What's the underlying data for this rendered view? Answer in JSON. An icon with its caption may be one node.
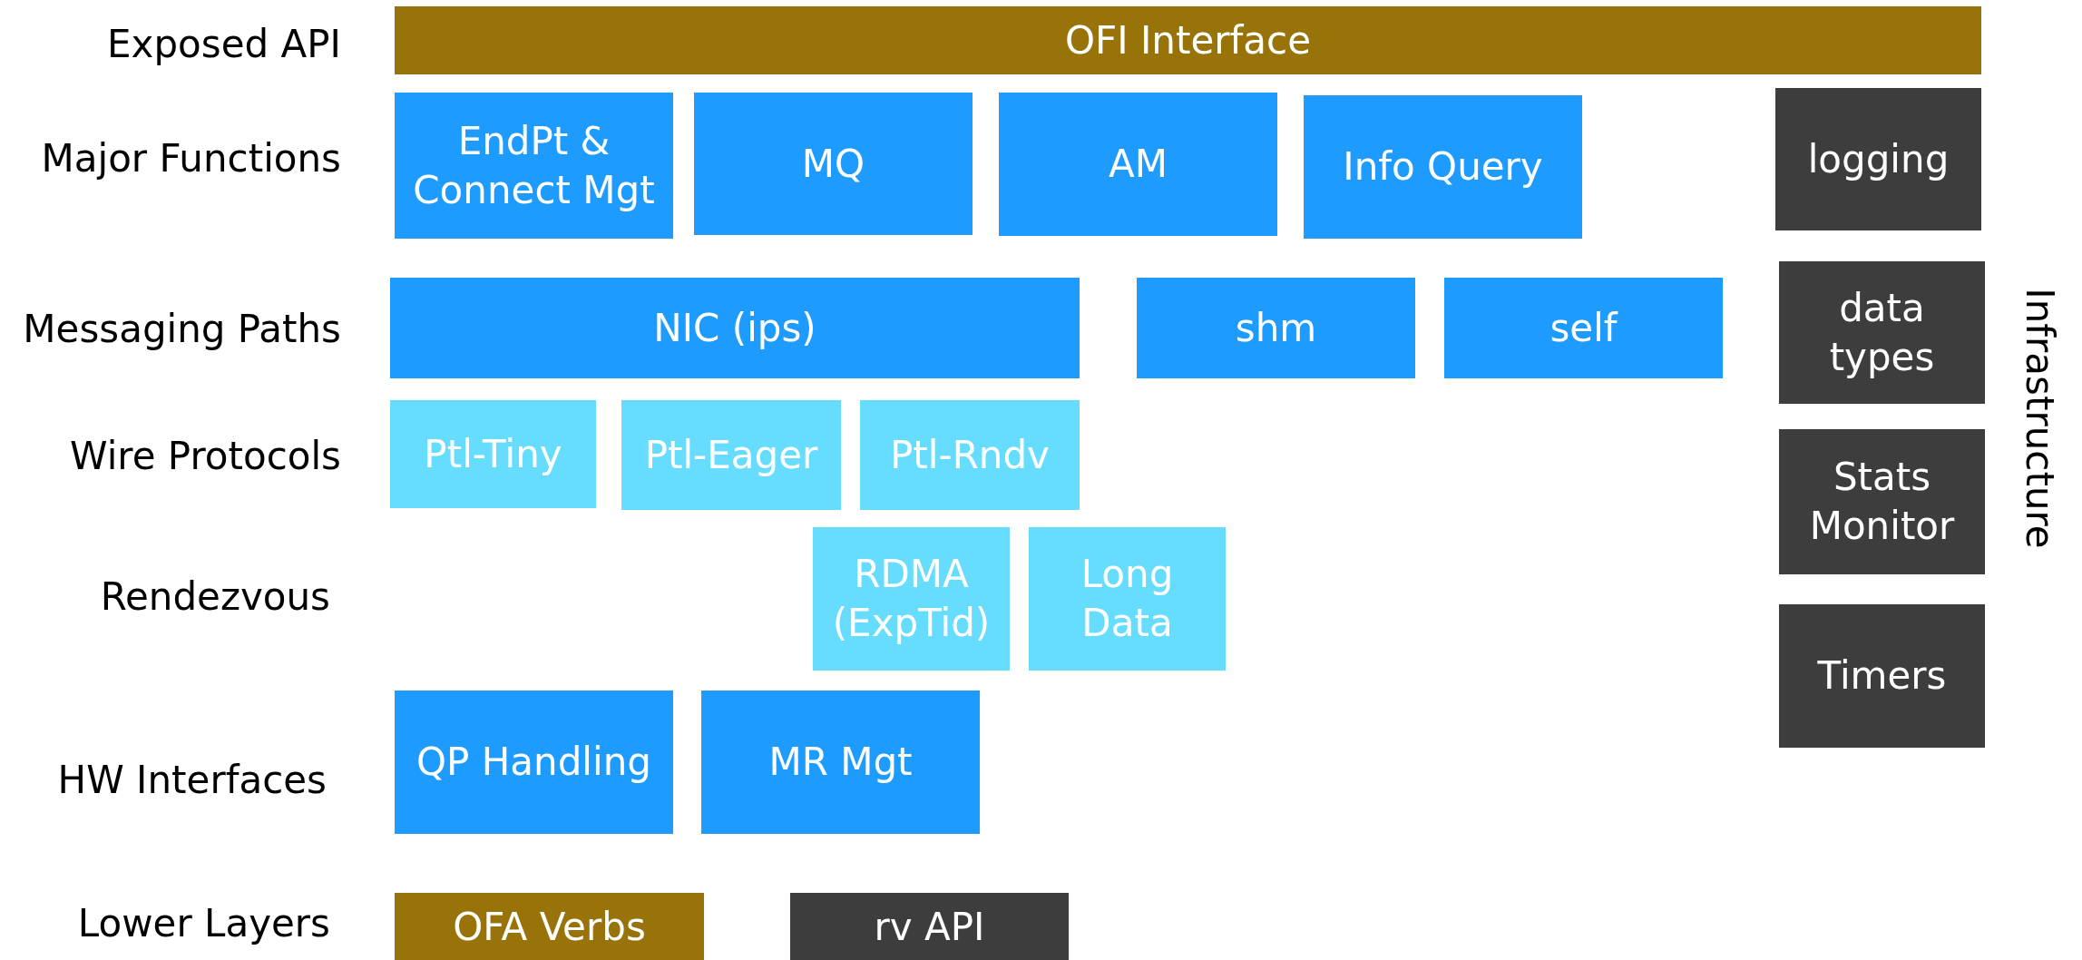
{
  "diagram": {
    "nodes": [
      {
        "text": [
          "OFI Interface"
        ]
      },
      {
        "text": [
          "EndPt & Connect Mgt"
        ]
      },
      {
        "text": [
          "MQ"
        ]
      },
      {
        "text": [
          "AM"
        ]
      },
      {
        "text": [
          "Info Query"
        ]
      },
      {
        "text": [
          "logging"
        ]
      },
      {
        "text": [
          "NIC (ips)"
        ]
      },
      {
        "text": [
          "shm"
        ]
      },
      {
        "text": [
          "self"
        ]
      },
      {
        "text": [
          "data types"
        ]
      },
      {
        "text": [
          "Ptl-Tiny"
        ]
      },
      {
        "text": [
          "Ptl-Eager"
        ]
      },
      {
        "text": [
          "Ptl-Rndv"
        ]
      },
      {
        "text": [
          "Stats Monitor"
        ]
      },
      {
        "text": [
          "RDMA (ExpTid)"
        ]
      },
      {
        "text": [
          "Long Data"
        ]
      },
      {
        "text": [
          "Timers"
        ]
      },
      {
        "text": [
          "QP Handling"
        ]
      },
      {
        "text": [
          "MR Mgt"
        ]
      },
      {
        "text": [
          "OFA Verbs"
        ]
      },
      {
        "text": [
          "rv API"
        ]
      }
    ],
    "labels": [
      "Exposed API",
      "Major Functions",
      "Messaging Paths",
      "Wire Protocols",
      "Rendezvous",
      "HW Interfaces",
      "Lower Layers",
      "Infrastructure"
    ]
  }
}
